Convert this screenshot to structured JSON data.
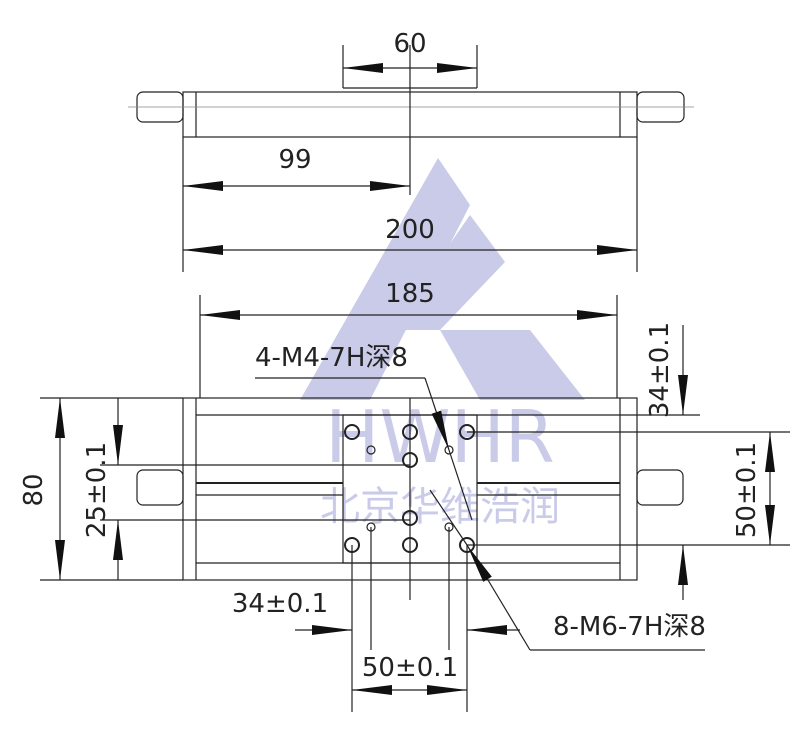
{
  "watermark": {
    "brand": "HWHR",
    "company": "北京华维浩润",
    "color": "#c9cbe9"
  },
  "top_view": {
    "dim_carriage_width": "60",
    "dim_center": "99",
    "dim_overall_length": "200",
    "dim_inner_length": "185"
  },
  "bottom_view": {
    "dim_height": "80",
    "dim_left_offset": "25±0.1",
    "dim_right_offset": "34±0.1",
    "dim_right_hole_spacing": "50±0.1",
    "dim_bottom_offset": "34±0.1",
    "dim_bottom_hole_spacing": "50±0.1",
    "callout_small_holes": "4-M4-7H深8",
    "callout_large_holes": "8-M6-7H深8"
  }
}
